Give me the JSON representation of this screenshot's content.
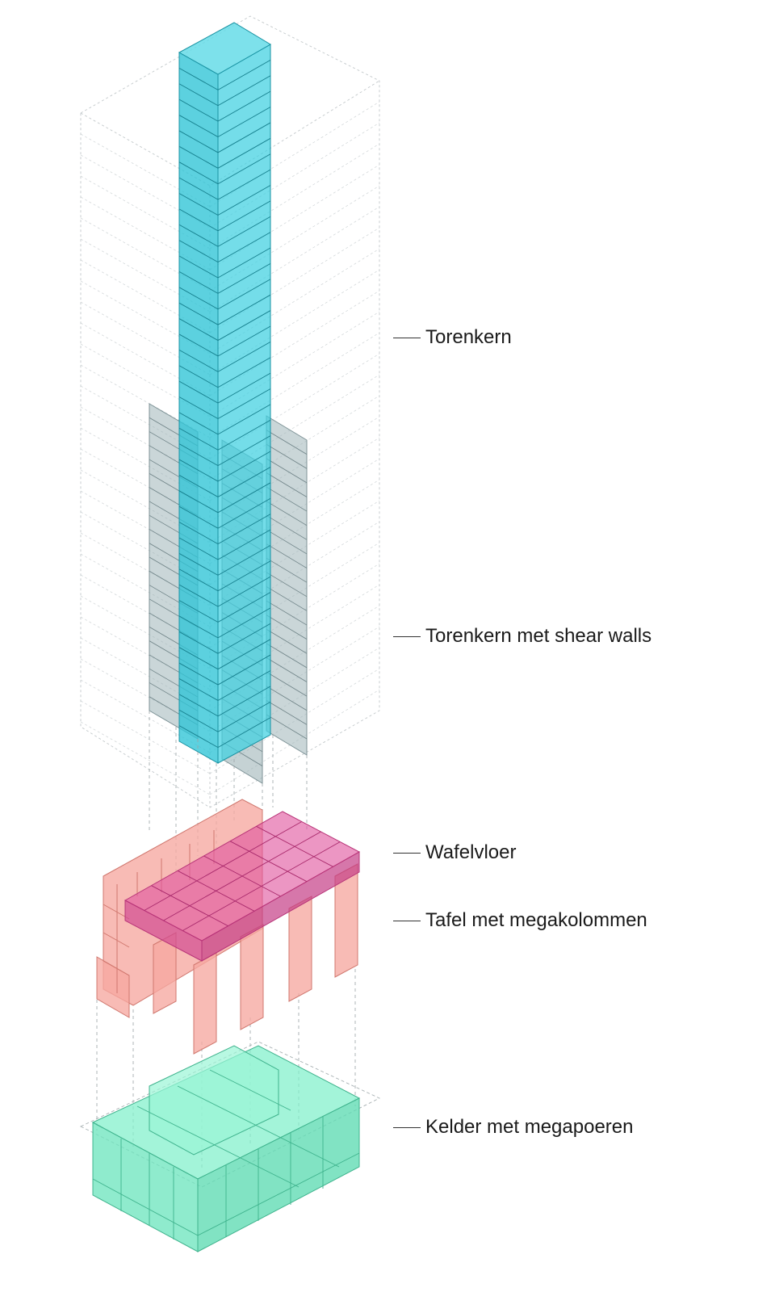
{
  "labels": [
    {
      "text": "Torenkern"
    },
    {
      "text": "Torenkern met shear walls"
    },
    {
      "text": "Wafelvloer"
    },
    {
      "text": "Tafel met megakolommen"
    },
    {
      "text": "Kelder met megapoeren"
    }
  ],
  "colors": {
    "core": "#2ec4d6",
    "shear_walls": "#9fb4b8",
    "waffle_floor": "#e0559e",
    "table_columns": "#f6a8a0",
    "basement": "#7ff0cb",
    "outline": "#9aa6a8"
  },
  "tower_floors": 44
}
